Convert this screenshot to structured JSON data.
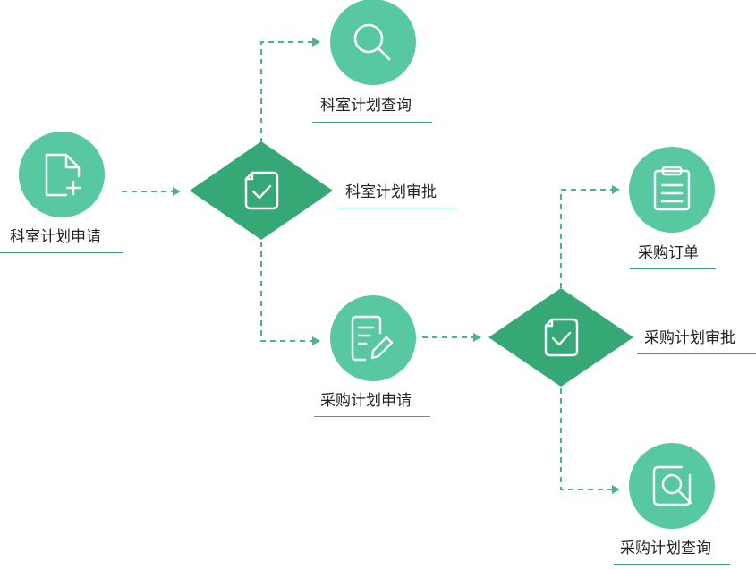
{
  "colors": {
    "circle": "#58c8a3",
    "diamond": "#36a876",
    "arrow": "#4bb587",
    "underline": "#3aa57a",
    "icon": "#ffffff"
  },
  "nodes": {
    "dept_plan_request": {
      "label": "科室计划申请",
      "icon": "new-document-icon"
    },
    "dept_plan_approval": {
      "label": "科室计划审批",
      "icon": "document-check-icon"
    },
    "dept_plan_query": {
      "label": "科室计划查询",
      "icon": "search-icon"
    },
    "purchase_plan_request": {
      "label": "采购计划申请",
      "icon": "document-edit-icon"
    },
    "purchase_plan_approval": {
      "label": "采购计划审批",
      "icon": "document-check-icon"
    },
    "purchase_order": {
      "label": "采购订单",
      "icon": "clipboard-icon"
    },
    "purchase_plan_query": {
      "label": "采购计划查询",
      "icon": "search-document-icon"
    }
  }
}
